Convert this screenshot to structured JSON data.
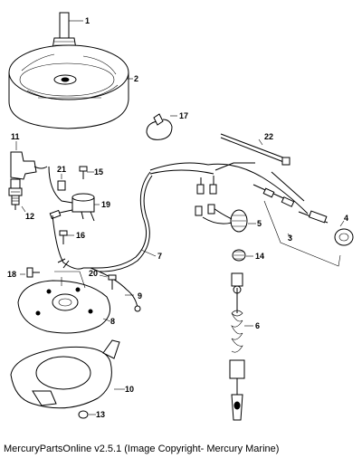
{
  "caption": "MercuryPartsOnline v2.5.1 (Image Copyright- Mercury Marine)",
  "callouts": {
    "c1": "1",
    "c2": "2",
    "c3": "3",
    "c4": "4",
    "c5": "5",
    "c6": "6",
    "c7": "7",
    "c8": "8",
    "c9": "9",
    "c10": "10",
    "c11": "11",
    "c12": "12",
    "c13": "13",
    "c14": "14",
    "c15": "15",
    "c16": "16",
    "c17": "17",
    "c18": "18",
    "c19": "19",
    "c20": "20",
    "c21": "21",
    "c22": "22"
  }
}
